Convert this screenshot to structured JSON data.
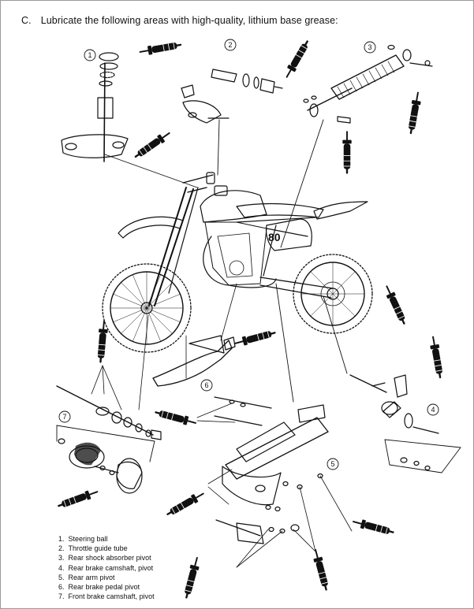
{
  "heading": {
    "section": "C.",
    "text": "Lubricate the following areas with high-quality, lithium base grease:"
  },
  "callouts": [
    "1",
    "2",
    "3",
    "4",
    "5",
    "6",
    "7"
  ],
  "engine_badge": "80",
  "legend": [
    {
      "num": "1.",
      "label": "Steering ball"
    },
    {
      "num": "2.",
      "label": "Throttle guide tube"
    },
    {
      "num": "3.",
      "label": "Rear shock absorber pivot"
    },
    {
      "num": "4.",
      "label": "Rear brake camshaft, pivot"
    },
    {
      "num": "5.",
      "label": "Rear arm pivot"
    },
    {
      "num": "6.",
      "label": "Rear brake pedal pivot"
    },
    {
      "num": "7.",
      "label": "Front brake camshaft, pivot"
    }
  ],
  "colors": {
    "ink": "#111111",
    "paper": "#ffffff",
    "frame": "#9a9a9a"
  }
}
